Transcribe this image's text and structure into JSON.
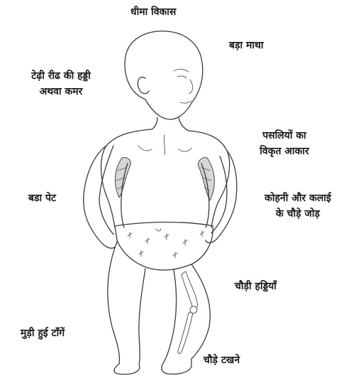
{
  "labels": {
    "slow_growth": "धीमा विकास",
    "big_head": "बड़ा माथा",
    "curved_spine_line1": "टेढ़ी रीढ की हड्डी",
    "curved_spine_line2": "अथवा कमर",
    "deformed_ribs_line1": "पसलियों का",
    "deformed_ribs_line2": "विकृत आकार",
    "big_belly": "बडा पेट",
    "wide_joints_line1": "कोहनी और कलाई",
    "wide_joints_line2": "के चौड़े जोड़",
    "wide_bones": "चौड़ी हड्डियाँ",
    "bent_legs": "मुड़ी हुई टाँगें",
    "wide_ankles": "चौड़े टखने"
  }
}
